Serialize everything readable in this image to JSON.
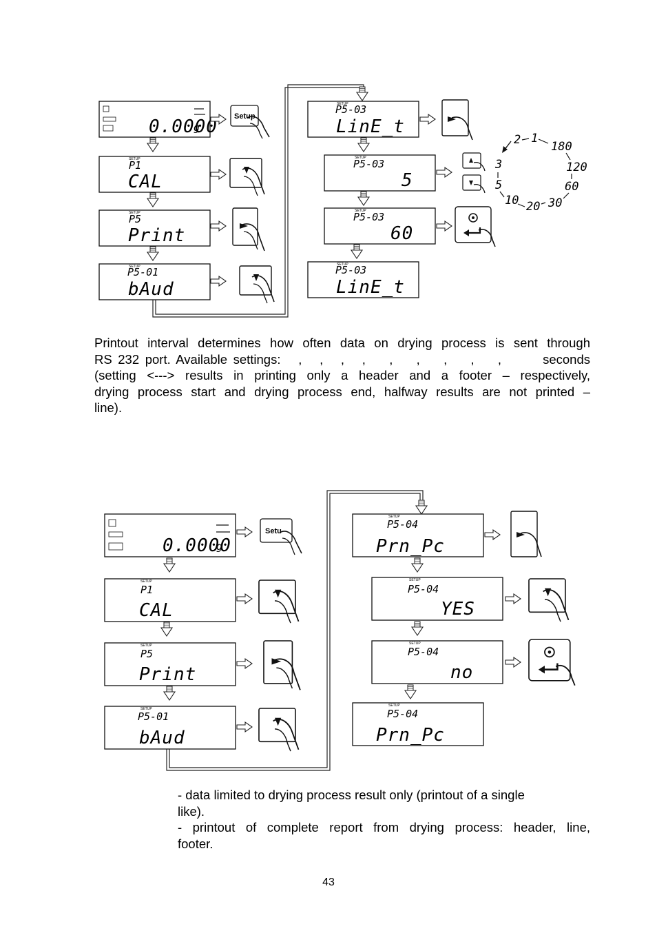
{
  "diagram1": {
    "home_display": {
      "value": "0.0000",
      "unit": "g"
    },
    "setup_tag": "SETUP",
    "setup_key": "Setup",
    "left_column": [
      {
        "code": "P1",
        "text": "CAL"
      },
      {
        "code": "P5",
        "text": "Print"
      },
      {
        "code": "P5-01",
        "text": "bAud"
      }
    ],
    "right_column": [
      {
        "code": "P5-03",
        "text": "LinE_t"
      },
      {
        "code": "P5-03",
        "text": "5"
      },
      {
        "code": "P5-03",
        "text": "60"
      },
      {
        "code": "P5-03",
        "text": "LinE_t"
      }
    ],
    "cycle_values": [
      "2",
      "1",
      "180",
      "120",
      "60",
      "30",
      "20",
      "10",
      "5",
      "3"
    ]
  },
  "paragraph1": {
    "lines": [
      "Printout interval determines how often data on drying process is sent through",
      "RS 232 port. Available settings:   ,   ,   ,   ,    ,    ,    ,    ,    ,       seconds",
      "(setting <---> results in printing only a header and a footer – respectively,",
      "drying process start and drying process end, halfway results are not printed –",
      "line)."
    ]
  },
  "diagram2": {
    "home_display": {
      "value": "0.0000",
      "unit": "g"
    },
    "setup_tag": "SETUP",
    "setup_key": "Setu",
    "left_column": [
      {
        "code": "P1",
        "text": "CAL"
      },
      {
        "code": "P5",
        "text": "Print"
      },
      {
        "code": "P5-01",
        "text": "bAud"
      }
    ],
    "right_column": [
      {
        "code": "P5-04",
        "text": "Prn_Pc"
      },
      {
        "code": "P5-04",
        "text": "YES"
      },
      {
        "code": "P5-04",
        "text": "no"
      },
      {
        "code": "P5-04",
        "text": "Prn_Pc"
      }
    ]
  },
  "paragraph2": {
    "lines": [
      "- data limited to drying process result only (printout of a single",
      "like).",
      "- printout of complete report from drying process: header, line,",
      "footer."
    ]
  },
  "page_number": "43"
}
